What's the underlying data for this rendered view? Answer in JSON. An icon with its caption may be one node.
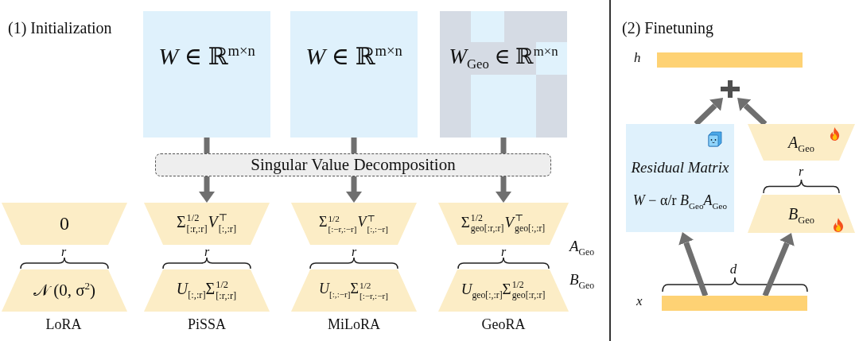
{
  "diagram": {
    "nodes": [
      {
        "text": [
          "*W* ∈ ℝ$^{m×n}$"
        ]
      },
      {
        "text": [
          "*W* ∈ ℝ$^{m×n}$"
        ]
      },
      {
        "text": [
          "*W*$_{Geo}$ ∈ ℝ$^{m×n}$"
        ]
      },
      {
        "text": [
          "Singular Value Decomposition"
        ]
      },
      {
        "text": [
          "0"
        ]
      },
      {
        "text": [
          "𝒩 (0, σ$^{2}$)"
        ],
        "beside": [
          "LoRA"
        ]
      },
      {
        "text": [
          "Σ$^{1/2}$$_{[:r,:r]}$*V*$^{⊤}$$_{[:,:r]}$"
        ]
      },
      {
        "text": [
          "*U*$_{[:,:r]}$Σ$^{1/2}$$_{[:r,:r]}$"
        ],
        "beside": [
          "PiSSA"
        ]
      },
      {
        "text": [
          "Σ$^{1/2}$$_{[:−r,:−r]}$*V*$^{⊤}$$_{[:,:−r]}$"
        ]
      },
      {
        "text": [
          "*U*$_{[:,:−r]}$Σ$^{1/2}$$_{[:−r,:−r]}$"
        ],
        "beside": [
          "MiLoRA"
        ]
      },
      {
        "text": [
          "Σ$^{1/2}$$_{geo[:r,:r]}$*V*$^{⊤}$$_{geo[:,:r]}$"
        ],
        "beside": [
          "*A*$_{Geo}$"
        ]
      },
      {
        "text": [
          "*U*$_{geo[:,:r]}$Σ$^{1/2}$$_{geo[:r,:r]}$"
        ],
        "beside": [
          "*B*$_{Geo}$",
          "GeoRA"
        ]
      },
      {
        "text": [],
        "shape": "bar",
        "beside": [
          "h"
        ]
      },
      {
        "text": [],
        "shape": "plus"
      },
      {
        "text": [
          "Residual Matrix",
          "*W* − α/r *B*$_{Geo}$*A*$_{Geo}$"
        ]
      },
      {
        "text": [
          "*A*$_{Geo}$"
        ]
      },
      {
        "text": [
          "*B*$_{Geo}$"
        ]
      },
      {
        "text": [],
        "shape": "bar",
        "beside": [
          "x"
        ]
      }
    ],
    "edges": [
      {
        "from": 0,
        "to": 3,
        "arrow": "none"
      },
      {
        "from": 3,
        "to": 6,
        "arrow": "to"
      },
      {
        "from": 1,
        "to": 3,
        "arrow": "none"
      },
      {
        "from": 3,
        "to": 8,
        "arrow": "to"
      },
      {
        "from": 2,
        "to": 3,
        "arrow": "none"
      },
      {
        "from": 3,
        "to": 10,
        "arrow": "to"
      },
      {
        "from": 14,
        "to": 13,
        "arrow": "to"
      },
      {
        "from": 15,
        "to": 13,
        "arrow": "to"
      },
      {
        "from": 17,
        "to": 14,
        "arrow": "to"
      },
      {
        "from": 17,
        "to": 16,
        "arrow": "to"
      }
    ],
    "labels": [
      "(1) Initialization",
      "r",
      "r",
      "r",
      "r",
      "(2) Finetuning",
      "r",
      "d"
    ]
  }
}
